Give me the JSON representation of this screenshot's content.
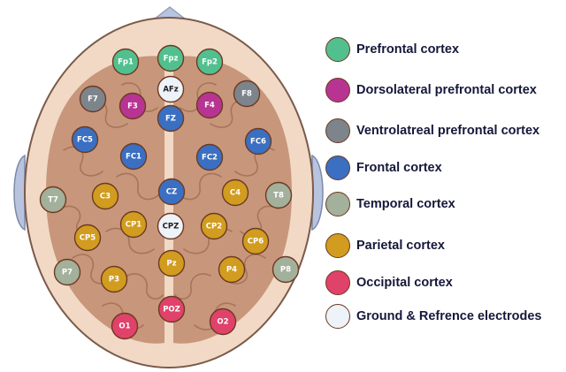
{
  "colors": {
    "prefrontal": "#52c08e",
    "dorsolateral": "#b83492",
    "ventrolateral": "#7d848c",
    "frontal": "#3b6fc2",
    "temporal": "#a3b09b",
    "parietal": "#d19c1f",
    "occipital": "#e0426a",
    "ground": "#eef2f9",
    "scalp": "#f1d9c5",
    "scalp_edge": "#7a5a4a",
    "brain": "#c8967a",
    "brain_fold": "#a6755a",
    "ear": "#b8c4df",
    "nose": "#b8c4df"
  },
  "electrodes": [
    {
      "label": "Fp1",
      "group": "prefrontal"
    },
    {
      "label": "Fpz",
      "group": "prefrontal"
    },
    {
      "label": "Fp2",
      "group": "prefrontal"
    },
    {
      "label": "AFz",
      "group": "ground"
    },
    {
      "label": "F7",
      "group": "ventrolateral"
    },
    {
      "label": "F8",
      "group": "ventrolateral"
    },
    {
      "label": "F3",
      "group": "dorsolateral"
    },
    {
      "label": "F4",
      "group": "dorsolateral"
    },
    {
      "label": "FZ",
      "group": "frontal"
    },
    {
      "label": "FC5",
      "group": "frontal"
    },
    {
      "label": "FC6",
      "group": "frontal"
    },
    {
      "label": "FC1",
      "group": "frontal"
    },
    {
      "label": "FC2",
      "group": "frontal"
    },
    {
      "label": "CZ",
      "group": "frontal"
    },
    {
      "label": "T7",
      "group": "temporal"
    },
    {
      "label": "T8",
      "group": "temporal"
    },
    {
      "label": "C3",
      "group": "parietal"
    },
    {
      "label": "C4",
      "group": "parietal"
    },
    {
      "label": "CP1",
      "group": "parietal"
    },
    {
      "label": "CPZ",
      "group": "ground"
    },
    {
      "label": "CP2",
      "group": "parietal"
    },
    {
      "label": "CP5",
      "group": "parietal"
    },
    {
      "label": "CP6",
      "group": "parietal"
    },
    {
      "label": "Pz",
      "group": "parietal"
    },
    {
      "label": "P7",
      "group": "temporal"
    },
    {
      "label": "P8",
      "group": "temporal"
    },
    {
      "label": "P3",
      "group": "parietal"
    },
    {
      "label": "P4",
      "group": "parietal"
    },
    {
      "label": "POZ",
      "group": "occipital"
    },
    {
      "label": "O1",
      "group": "occipital"
    },
    {
      "label": "O2",
      "group": "occipital"
    }
  ],
  "legend": [
    {
      "label": "Prefrontal cortex",
      "group": "prefrontal"
    },
    {
      "label": "Dorsolateral prefrontal cortex",
      "group": "dorsolateral"
    },
    {
      "label": "Ventrolatreal prefrontal cortex",
      "group": "ventrolateral"
    },
    {
      "label": "Frontal cortex",
      "group": "frontal"
    },
    {
      "label": "Temporal cortex",
      "group": "temporal"
    },
    {
      "label": "Parietal cortex",
      "group": "parietal"
    },
    {
      "label": "Occipital cortex",
      "group": "occipital"
    },
    {
      "label": "Ground & Refrence electrodes",
      "group": "ground"
    }
  ]
}
